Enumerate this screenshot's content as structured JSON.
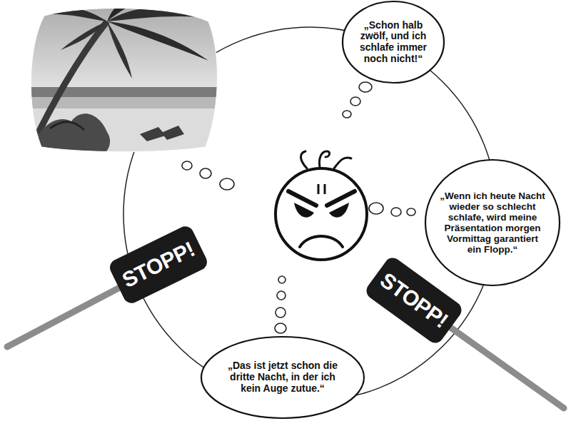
{
  "diagram": {
    "nodes": [
      {
        "text": [
          "„Schon halb zwölf, und ich schlafe immer noch nicht!“"
        ]
      },
      {
        "text": [
          "„Wenn ich heute Nacht wieder so schlecht schlafe, wird meine Präsentation morgen Vormittag garantiert ein Flopp.“"
        ]
      },
      {
        "text": [
          "STOPP!"
        ]
      },
      {
        "text": [
          "STOPP!"
        ]
      },
      {
        "text": [
          "„Das ist jetzt schon die dritte Nacht, in der ich kein Auge zutue.“"
        ]
      }
    ]
  }
}
